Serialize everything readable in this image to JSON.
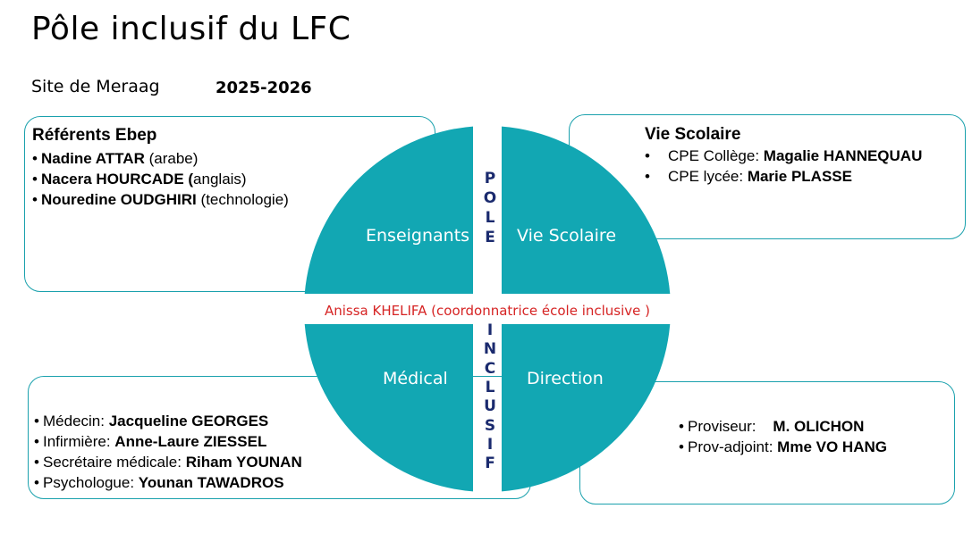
{
  "header": {
    "title": "Pôle inclusif du LFC",
    "site": "Site de Meraag",
    "year": "2025-2026"
  },
  "colors": {
    "teal": "#12a7b3",
    "border": "#1aa1ad",
    "coordinator_red": "#d62424",
    "vertical_text": "#1a2a6e"
  },
  "referents": {
    "title": "Référents Ebep",
    "items": [
      {
        "bullet": "•",
        "name": "Nadine ATTAR",
        "detail_pre": " (",
        "detail": "arabe)"
      },
      {
        "bullet": "•",
        "name": "Nacera HOURCADE (",
        "detail_pre": "",
        "detail": "anglais)"
      },
      {
        "bullet": "•",
        "name": "Nouredine OUDGHIRI",
        "detail_pre": " ",
        "detail": "(technologie)"
      }
    ]
  },
  "vie_scolaire": {
    "title": "Vie Scolaire",
    "items": [
      {
        "bullet": "•",
        "role": "CPE Collège: ",
        "name": "Magalie HANNEQUAU"
      },
      {
        "bullet": "•",
        "role": "CPE lycée: ",
        "name": "Marie PLASSE"
      }
    ]
  },
  "medical": {
    "items": [
      {
        "bullet": "•",
        "role": "Médecin: ",
        "name": "Jacqueline GEORGES"
      },
      {
        "bullet": "•",
        "role": "Infirmière: ",
        "name": "Anne-Laure ZIESSEL"
      },
      {
        "bullet": "•",
        "role": "Secrétaire médicale: ",
        "name": "Riham YOUNAN"
      },
      {
        "bullet": "•",
        "role": "Psychologue: ",
        "name": "Younan TAWADROS"
      }
    ]
  },
  "direction": {
    "items": [
      {
        "bullet": "•",
        "role": "Proviseur:    ",
        "name": "M. OLICHON"
      },
      {
        "bullet": "•",
        "role": "Prov-adjoint: ",
        "name": "Mme VO HANG"
      }
    ]
  },
  "circle": {
    "quadrants": {
      "top_left": "Enseignants",
      "top_right": "Vie Scolaire",
      "bottom_left": "Médical",
      "bottom_right": "Direction"
    },
    "coordinator": "Anissa KHELIFA (coordonnatrice école inclusive )",
    "vertical_top": [
      "P",
      "O",
      "L",
      "E"
    ],
    "vertical_bottom": [
      "I",
      "N",
      "C",
      "L",
      "U",
      "S",
      "I",
      "F"
    ]
  }
}
